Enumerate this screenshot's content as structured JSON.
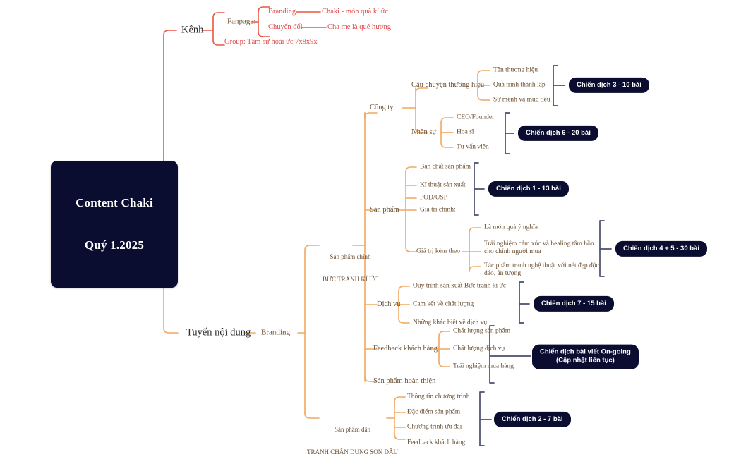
{
  "meta": {
    "title": "Content Chaki Quy 1.2025 mind map",
    "colors": {
      "root_bg": "#0b0d30",
      "badge_bg": "#0b0d30",
      "branch_red": "#e9573f",
      "branch_orange": "#f0a860",
      "bracket": "#4a4e6e",
      "text_brown": "#6b4f33",
      "text_dark": "#2b2b2b",
      "background": "#ffffff"
    }
  },
  "root": {
    "line1": "Content Chaki",
    "line2": "Quý 1.2025"
  },
  "branches": {
    "kenh": {
      "label": "Kênh",
      "fanpage": {
        "label": "Fanpage:",
        "children": [
          {
            "label": "Branding",
            "detail": "Chaki - món quà kí ức"
          },
          {
            "label": "Chuyển đổi",
            "detail": "Cha mẹ là quê hương"
          }
        ]
      },
      "group": {
        "label": "Group: Tâm sự hoài ức 7x8x9x"
      }
    },
    "tuyen_noi_dung": {
      "label": "Tuyến nội dung",
      "branding": {
        "label": "Branding"
      },
      "san_pham_chinh": {
        "line1": "Sản phẩm chính",
        "line2": "BỨC TRANH KÍ ỨC",
        "groups": [
          {
            "label": "Công ty",
            "subgroups": [
              {
                "label": "Câu chuyện thương hiệu",
                "items": [
                  "Tên thương hiệu",
                  "Quá trình thành lập",
                  "Sứ mệnh và mục tiêu"
                ],
                "badge": "Chiến dịch 3 - 10 bài"
              },
              {
                "label": "Nhân sự",
                "items": [
                  "CEO/Founder",
                  "Hoạ sĩ",
                  "Tư vấn viên"
                ],
                "badge": "Chiến dịch 6 - 20 bài"
              }
            ]
          },
          {
            "label": "Sản phẩm",
            "items": [
              "Bản chất sản phẩm",
              "Kĩ thuật sản xuất",
              "POD/USP",
              "Giá trị chính:"
            ],
            "badge": "Chiến dịch 1 - 13 bài",
            "subgroups": [
              {
                "label": "Giá trị kèm theo",
                "items": [
                  "Là món quà ý nghĩa",
                  "Trải nghiệm cảm xúc và healing tâm hồn\ncho chính người mua",
                  "Tác phẩm tranh nghệ thuật với nét đẹp độc\nđáo, ấn tượng"
                ],
                "badge": "Chiến dịch 4 + 5 - 30 bài"
              }
            ]
          },
          {
            "label": "Dịch vụ",
            "items": [
              "Quy trình sản xuất Bức tranh kí ức",
              "Cam kết về chất lượng",
              "Những khác biệt về dịch vụ"
            ],
            "badge": "Chiến dịch 7 - 15 bài"
          },
          {
            "label": "Feedback khách hàng",
            "items": [
              "Chất lượng sản phẩm",
              "Chất lượng dịch vụ",
              "Trải nghiệm mua hàng"
            ],
            "badge": "Chiến dịch bài viết On-going\n(Cập nhật liên tục)"
          },
          {
            "label": "Sản phẩm hoàn thiện",
            "items": []
          }
        ]
      },
      "san_pham_dan": {
        "line1": "Sản phẩm dẫn",
        "line2": "TRANH CHÂN DUNG SƠN DẦU",
        "items": [
          "Thông tin chương trình",
          "Đặc điểm sản phẩm",
          "Chương trình ưu đãi",
          "Feedback khách hàng"
        ],
        "badge": "Chiến dịch 2 - 7 bài"
      }
    }
  }
}
